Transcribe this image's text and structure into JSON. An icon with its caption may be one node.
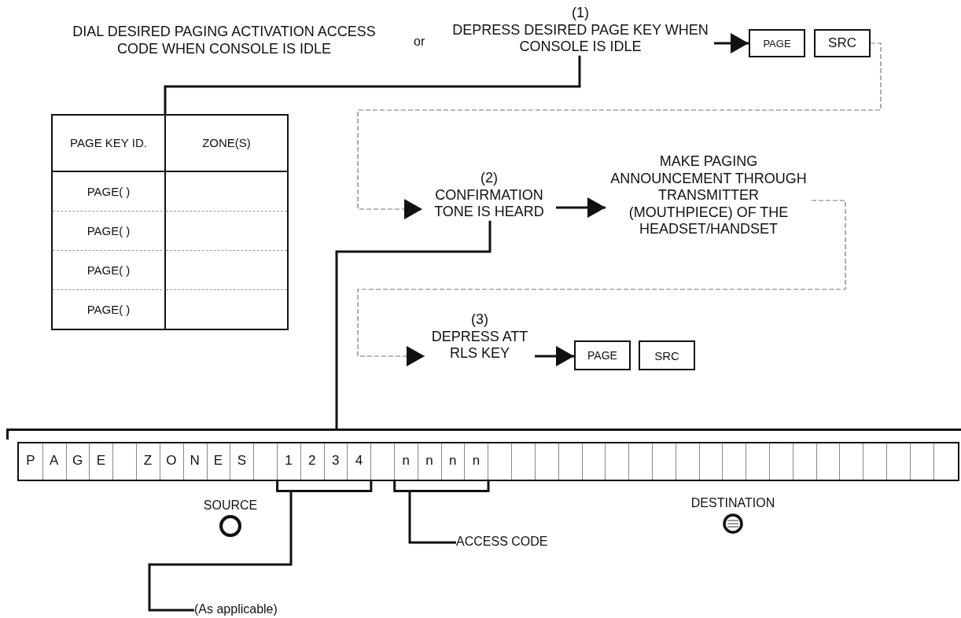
{
  "diagram": {
    "nodes": [
      {
        "text": [
          "DIAL DESIRED PAGING ACTIVATION ACCESS CODE WHEN CONSOLE IS IDLE"
        ]
      },
      {
        "text": [
          "(1)",
          "DEPRESS DESIRED PAGE KEY WHEN CONSOLE IS IDLE"
        ]
      },
      {
        "text": [
          "PAGE"
        ]
      },
      {
        "text": [
          "SRC"
        ]
      },
      {
        "text": [
          "PAGE KEY ID.",
          "ZONE(S)",
          "PAGE( )",
          "PAGE( )",
          "PAGE( )",
          "PAGE( )"
        ]
      },
      {
        "text": [
          "(2)",
          "CONFIRMATION TONE IS HEARD"
        ]
      },
      {
        "text": [
          "MAKE PAGING ANNOUNCEMENT THROUGH TRANSMITTER (MOUTHPIECE) OF THE HEADSET/HANDSET"
        ]
      },
      {
        "text": [
          "(3)",
          "DEPRESS ATT RLS KEY"
        ]
      },
      {
        "text": [
          "PAGE"
        ]
      },
      {
        "text": [
          "SRC"
        ]
      },
      {
        "text": [
          "P",
          "A",
          "G",
          "E",
          "Z",
          "O",
          "N",
          "E",
          "S",
          "1",
          "2",
          "3",
          "4",
          "n",
          "n",
          "n",
          "n"
        ]
      },
      {
        "text": [
          "SOURCE"
        ]
      },
      {
        "text": [
          "DESTINATION"
        ]
      },
      {
        "text": [
          "ACCESS CODE"
        ]
      },
      {
        "text": [
          "(As applicable)"
        ]
      }
    ],
    "edges": [
      {
        "from": 1,
        "to": 4,
        "arrow": "none"
      },
      {
        "from": 1,
        "to": 2,
        "arrow": "to"
      },
      {
        "from": 3,
        "to": 5,
        "arrow": "to",
        "style": "dashed",
        "color": "#777777"
      },
      {
        "from": 5,
        "to": 6,
        "arrow": "to"
      },
      {
        "from": 6,
        "to": 7,
        "arrow": "to",
        "style": "dashed",
        "color": "#777777"
      },
      {
        "from": 7,
        "to": 8,
        "arrow": "to"
      },
      {
        "from": 5,
        "to": 10,
        "arrow": "none"
      },
      {
        "from": 13,
        "to": 10,
        "arrow": "none"
      },
      {
        "from": 14,
        "to": 10,
        "arrow": "none"
      }
    ],
    "labels": [
      "or"
    ]
  }
}
